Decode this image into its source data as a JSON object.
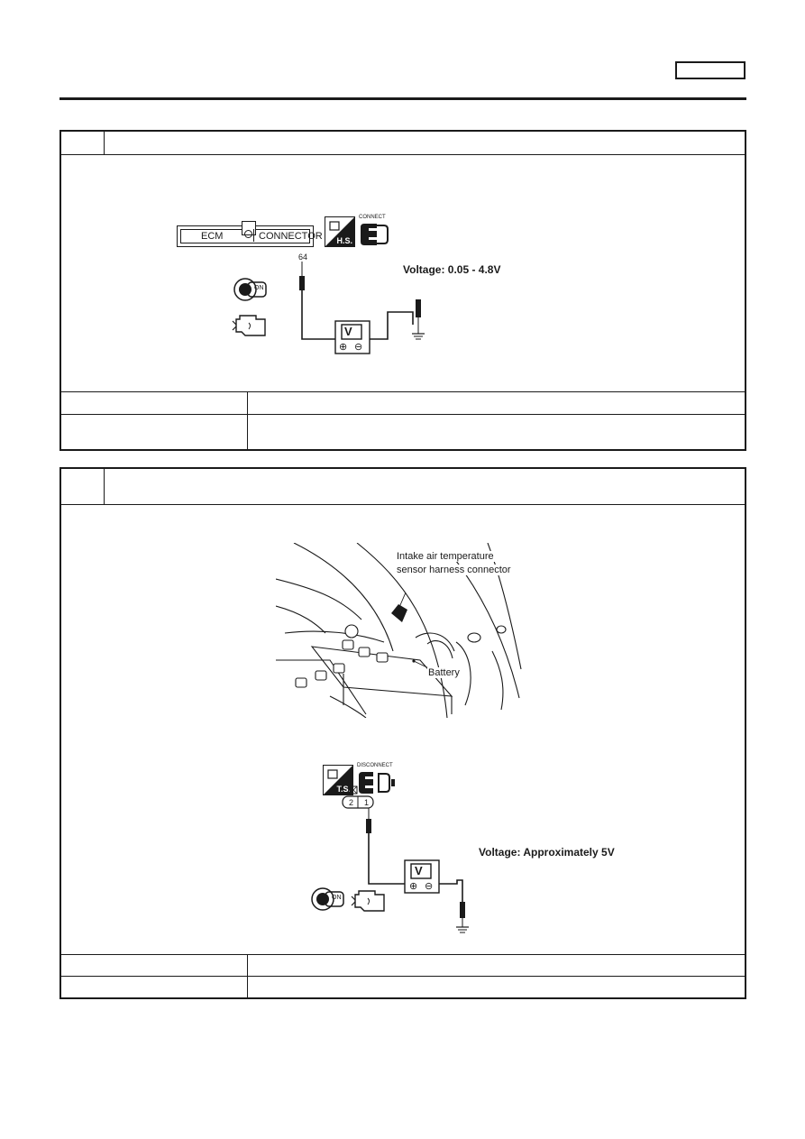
{
  "step1": {
    "figure": {
      "connector_left": "ECM",
      "connector_right": "CONNECTOR",
      "pin": "64",
      "badge_hs": "H.S.",
      "connect_caption": "CONNECT",
      "key_position": "ON",
      "meter_symbol": "V",
      "plus": "⊕",
      "minus": "⊖",
      "spec": "Voltage: 0.05 - 4.8V"
    }
  },
  "step2": {
    "figure_location": {
      "callout_connector_line1": "Intake air temperature",
      "callout_connector_line2": "sensor harness connector",
      "callout_battery": "Battery"
    },
    "figure_check": {
      "badge_ts": "T.S.",
      "disconnect_caption": "DISCONNECT",
      "pin_2": "2",
      "pin_1": "1",
      "key_position": "ON",
      "meter_symbol": "V",
      "plus": "⊕",
      "minus": "⊖",
      "spec": "Voltage: Approximately 5V"
    }
  }
}
